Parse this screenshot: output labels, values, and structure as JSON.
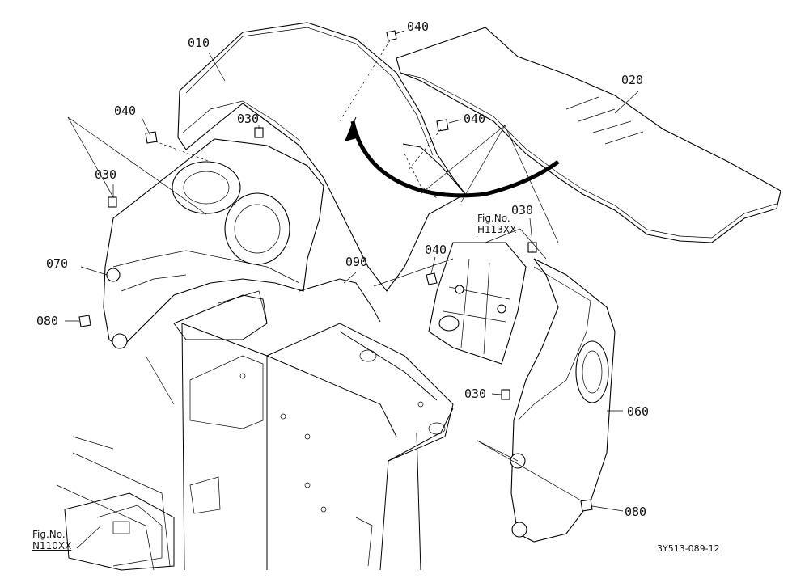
{
  "labels": {
    "p010": "010",
    "p020": "020",
    "p030_a": "030",
    "p030_b": "030",
    "p030_c": "030",
    "p030_d": "030",
    "p040_a": "040",
    "p040_b": "040",
    "p040_c": "040",
    "p040_d": "040",
    "p060": "060",
    "p070": "070",
    "p080_a": "080",
    "p080_b": "080",
    "p090": "090"
  },
  "fig_refs": {
    "upper": {
      "title": "Fig.No.",
      "code": "H113XX"
    },
    "lower": {
      "title": "Fig.No.",
      "code": "N110XX"
    }
  },
  "document_id": "3Y513-089-12"
}
